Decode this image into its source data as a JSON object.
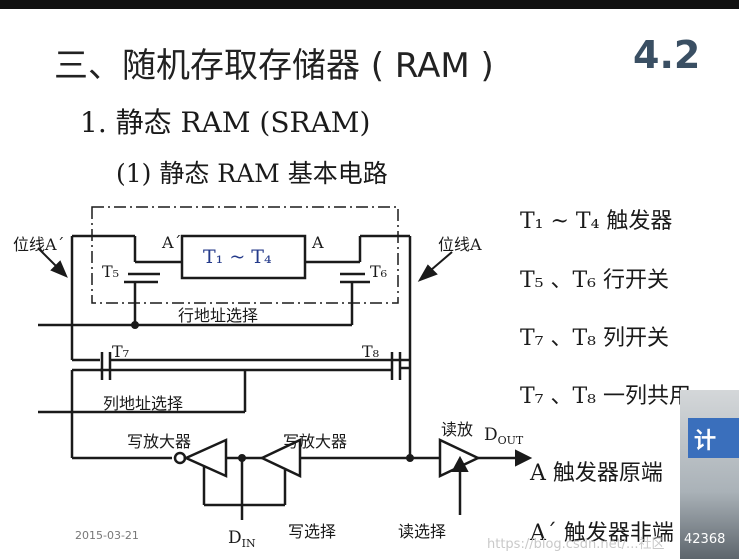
{
  "slide": {
    "title": "三、随机存取存储器 ( RAM )",
    "section_number": "4.2",
    "heading": "1. 静态 RAM (SRAM)",
    "subheading": "(1) 静态 RAM 基本电路"
  },
  "circuit": {
    "bitline_a_prime": "位线A´",
    "bitline_a": "位线A",
    "node_a_prime": "A´",
    "node_a": "A",
    "flipflop": "T₁ ~ T₄",
    "t5": "T₅",
    "t6": "T₆",
    "t7": "T₇",
    "t8": "T₈",
    "row_select": "行地址选择",
    "column_select": "列地址选择",
    "write_amp": "写放大器",
    "read_amp": "读放",
    "d_letter": "D",
    "dout_sub": "OUT",
    "din_sub": "IN",
    "write_select": "写选择",
    "read_select": "读选择"
  },
  "legend": [
    "T₁ ~ T₄  触发器",
    "T₅ 、T₆  行开关",
    "T₇ 、T₈  列开关",
    "T₇ 、T₈  一列共用",
    "A  触发器原端",
    "A´ 触发器非端"
  ],
  "footer": {
    "date": "2015-03-21",
    "watermark": "https://blog.csdn.net/...社区"
  },
  "overlay": {
    "char": "计",
    "count": "42368"
  }
}
